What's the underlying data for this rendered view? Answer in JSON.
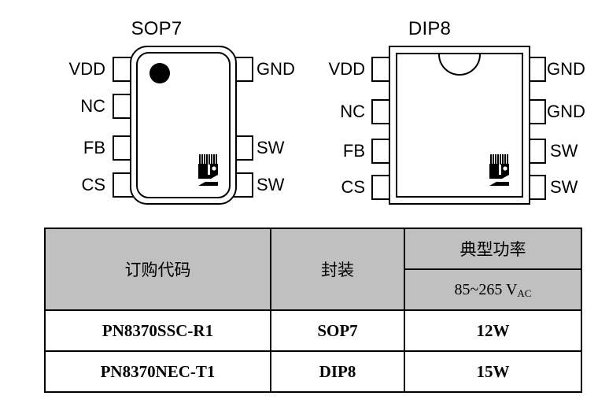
{
  "packages": [
    {
      "name": "sop7",
      "title": "SOP7",
      "shape": "rounded",
      "pin1_marker": true,
      "logo": "nj-semi-logo",
      "left_pins": [
        "VDD",
        "NC",
        "FB",
        "CS"
      ],
      "right_pins": [
        "GND",
        "",
        "SW",
        "SW"
      ]
    },
    {
      "name": "dip8",
      "title": "DIP8",
      "shape": "rectangular",
      "pin1_marker": false,
      "notch": true,
      "logo": "nj-semi-logo",
      "left_pins": [
        "VDD",
        "NC",
        "FB",
        "CS"
      ],
      "right_pins": [
        "GND",
        "GND",
        "SW",
        "SW"
      ]
    }
  ],
  "table": {
    "headers": {
      "code": "订购代码",
      "package": "封装",
      "power": "典型功率",
      "voltage_main": "85~265 V",
      "voltage_sub": "AC"
    },
    "rows": [
      {
        "code": "PN8370SSC-R1",
        "package": "SOP7",
        "power": "12W"
      },
      {
        "code": "PN8370NEC-T1",
        "package": "DIP8",
        "power": "15W"
      }
    ]
  },
  "colors": {
    "header_fill": "#c0c0c0",
    "line": "#000000",
    "background": "#ffffff"
  }
}
